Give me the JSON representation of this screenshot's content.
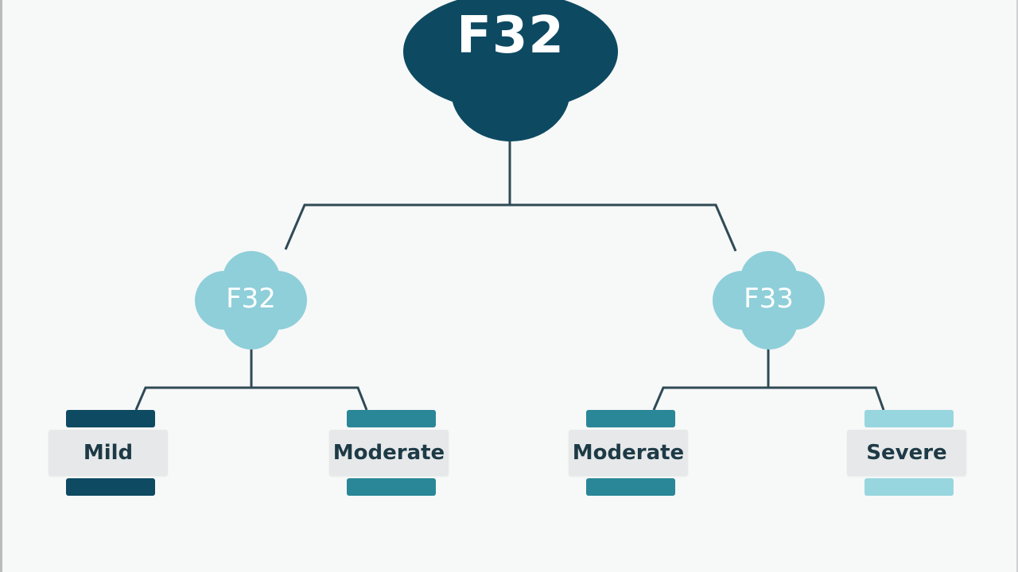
{
  "root": {
    "label": "F32",
    "color": "#0d4a62"
  },
  "branches": [
    {
      "label": "F32",
      "color": "#8ecfd9",
      "leaves": [
        {
          "label": "Mild",
          "bar_color": "#0e4a62"
        },
        {
          "label": "Moderate",
          "bar_color": "#2a8797"
        }
      ]
    },
    {
      "label": "F33",
      "color": "#8ecfd9",
      "leaves": [
        {
          "label": "Moderate",
          "bar_color": "#2a8797"
        },
        {
          "label": "Severe",
          "bar_color": "#98d6df"
        }
      ]
    }
  ],
  "connector_color": "#2f4a55"
}
